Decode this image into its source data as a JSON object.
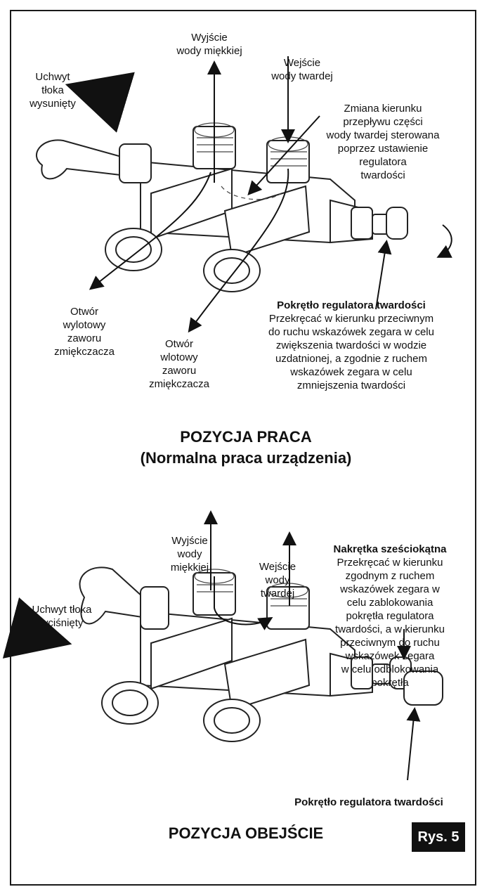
{
  "top": {
    "soft_out": "Wyjście\nwody miękkiej",
    "hard_in": "Wejście\nwody twardej",
    "handle_out": "Uchwyt\ntłoka\nwysunięty",
    "flow_change": "Zmiana kierunku\nprzepływu części\nwody twardej sterowana\npoprzez ustawienie\nregulatora\ntwardości",
    "outlet_port": "Otwór\nwylotowy\nzaworu\nzmiękczacza",
    "inlet_port": "Otwór\nwlotowy\nzaworu\nzmiękczacza",
    "knob_title": "Pokrętło regulatora twardości",
    "knob_desc": "Przekręcać w kierunku przeciwnym\ndo ruchu wskazówek zegara w celu\nzwiększenia twardości w wodzie\nuzdatnionej, a zgodnie z ruchem\nwskazówek zegara w celu\nzmniejszenia twardości",
    "caption_line1": "POZYCJA PRACA",
    "caption_line2": "(Normalna praca urządzenia)"
  },
  "bottom": {
    "soft_out": "Wyjście\nwody\nmiękkiej",
    "hard_in": "Wejście\nwody\ntwardej",
    "handle_in": "Uchwyt tłoka\nwciśnięty",
    "hex_title": "Nakrętka sześciokątna",
    "hex_desc": "Przekręcać w kierunku\nzgodnym z ruchem\nwskazówek zegara w\ncelu zablokowania\npokrętła regulatora\ntwardości, a w kierunku\nprzeciwnym do ruchu\nwskazówek zegara\nw celu odblokowania\npokrętła",
    "knob_title": "Pokrętło regulatora twardości",
    "caption": "POZYCJA OBEJŚCIE"
  },
  "figure_label": "Rys. 5"
}
